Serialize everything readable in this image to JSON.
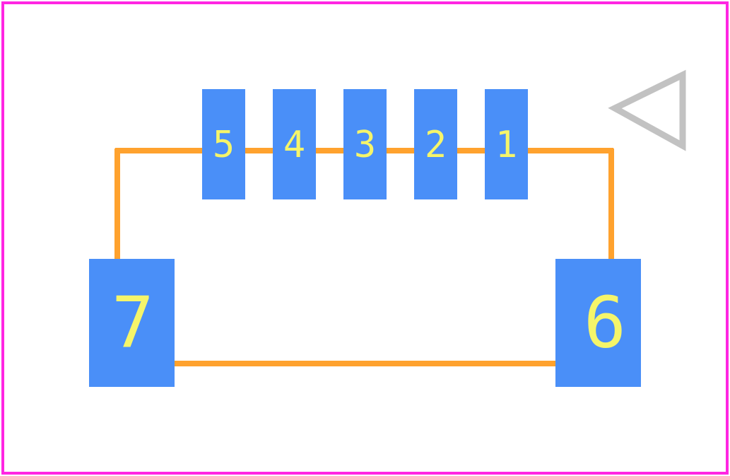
{
  "colors": {
    "background": "#ffffff",
    "board_outline": "#ff26e2",
    "silkscreen": "#ffa22e",
    "pad_fill": "#4a8ff8",
    "pad_label": "#f5f56a",
    "pin1_marker": "#c2c2c2"
  },
  "pads": [
    {
      "id": "pad-5",
      "label": "5"
    },
    {
      "id": "pad-4",
      "label": "4"
    },
    {
      "id": "pad-3",
      "label": "3"
    },
    {
      "id": "pad-2",
      "label": "2"
    },
    {
      "id": "pad-1",
      "label": "1"
    },
    {
      "id": "pad-7",
      "label": "7"
    },
    {
      "id": "pad-6",
      "label": "6"
    }
  ],
  "pin1_marker": {
    "icon": "triangle-left-icon"
  }
}
